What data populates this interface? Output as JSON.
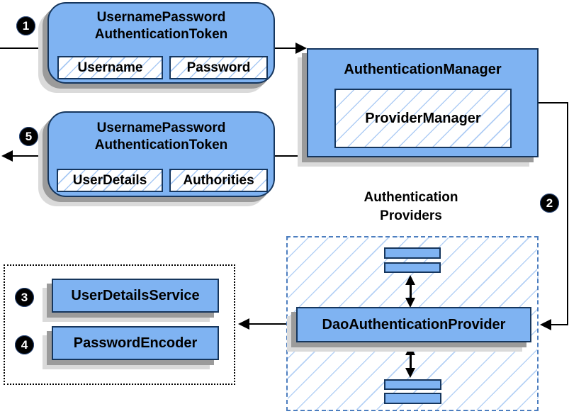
{
  "steps": [
    "1",
    "2",
    "3",
    "4",
    "5"
  ],
  "nodes": {
    "request_token": {
      "title": [
        "UsernamePassword",
        "AuthenticationToken"
      ],
      "fields": [
        "Username",
        "Password"
      ]
    },
    "authentication_manager": {
      "title": "AuthenticationManager",
      "inner": "ProviderManager"
    },
    "response_token": {
      "title": [
        "UsernamePassword",
        "AuthenticationToken"
      ],
      "fields": [
        "UserDetails",
        "Authorities"
      ]
    },
    "providers_group": {
      "label": [
        "Authentication",
        "Providers"
      ]
    },
    "dao_provider": {
      "label": "DaoAuthenticationProvider"
    },
    "services": {
      "user_details_service": "UserDetailsService",
      "password_encoder": "PasswordEncoder"
    }
  },
  "colors": {
    "node_fill": "#7FB3F2",
    "node_border": "#16365D",
    "shadow": "#9B9B9B",
    "hatch_line": "#A9C9F0",
    "dashed_border": "#4D7EBF",
    "flow_line": "#000000",
    "badge_bg": "#000000",
    "badge_text": "#FFFFFF"
  }
}
